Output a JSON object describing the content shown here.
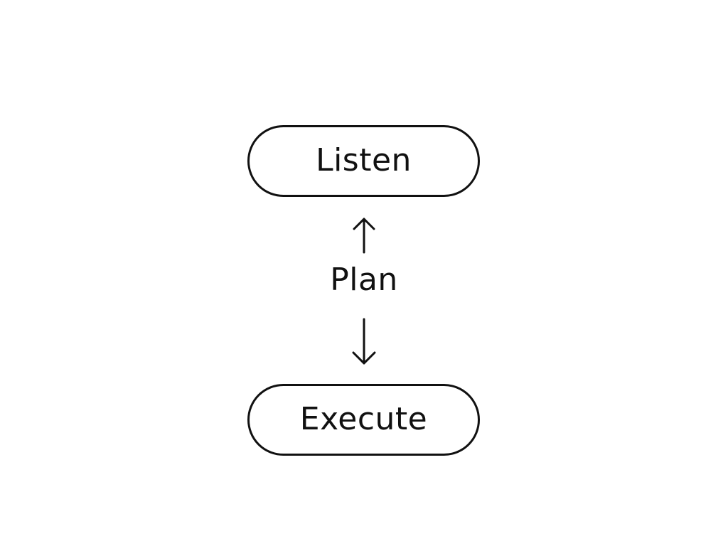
{
  "diagram": {
    "nodes": {
      "top": {
        "label": "Listen"
      },
      "middle": {
        "label": "Plan"
      },
      "bottom": {
        "label": "Execute"
      }
    },
    "arrows": {
      "upper": {
        "direction": "up",
        "icon": "arrow-up-icon"
      },
      "lower": {
        "direction": "down",
        "icon": "arrow-down-icon"
      }
    },
    "colors": {
      "stroke": "#111111",
      "background": "#ffffff"
    }
  }
}
